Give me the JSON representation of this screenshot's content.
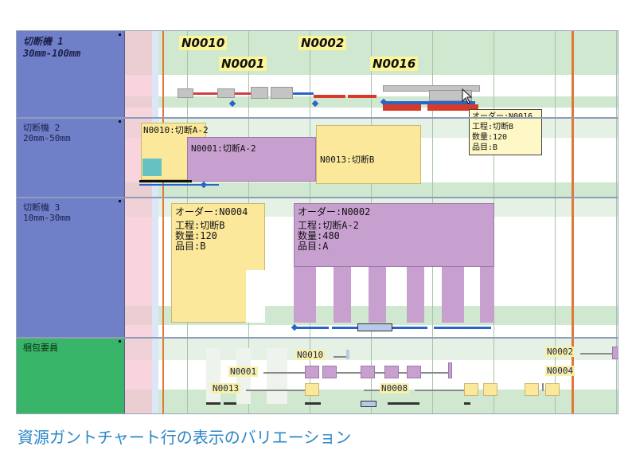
{
  "resources": [
    {
      "line1": "切断機 1",
      "line2": "30mm-100mm"
    },
    {
      "line1": "切断機 2",
      "line2": "20mm-50mm"
    },
    {
      "line1": "切断機 3",
      "line2": "10mm-30mm"
    },
    {
      "line1": "梱包要員",
      "line2": ""
    }
  ],
  "machine1": {
    "labels": [
      "N0010",
      "N0001",
      "N0002",
      "N0016"
    ],
    "tooltip": [
      "オーダー:N0016",
      "工程:切断B",
      "数量:120",
      "品目:B"
    ]
  },
  "machine2": {
    "bars": [
      "N0010:切断A-2",
      "N0001:切断A-2",
      "N0013:切断B"
    ]
  },
  "machine3": {
    "bar1": [
      "オーダー:N0004",
      "工程:切断B",
      "数量:120",
      "品目:B"
    ],
    "bar2": [
      "オーダー:N0002",
      "工程:切断A-2",
      "数量:480",
      "品目:A"
    ]
  },
  "packing": {
    "labels": [
      "N0010",
      "N0001",
      "N0013",
      "N0008",
      "N0002",
      "N0004"
    ]
  },
  "caption": "資源ガントチャート行の表示のバリエーション",
  "colors": {
    "resource_blue": "#6f7fc8",
    "resource_green": "#39b56a",
    "grid_green": "#cfe8cf",
    "bar_yellow": "#fbe89a",
    "bar_purple": "#c8a0d0",
    "now_line": "#e07838"
  }
}
